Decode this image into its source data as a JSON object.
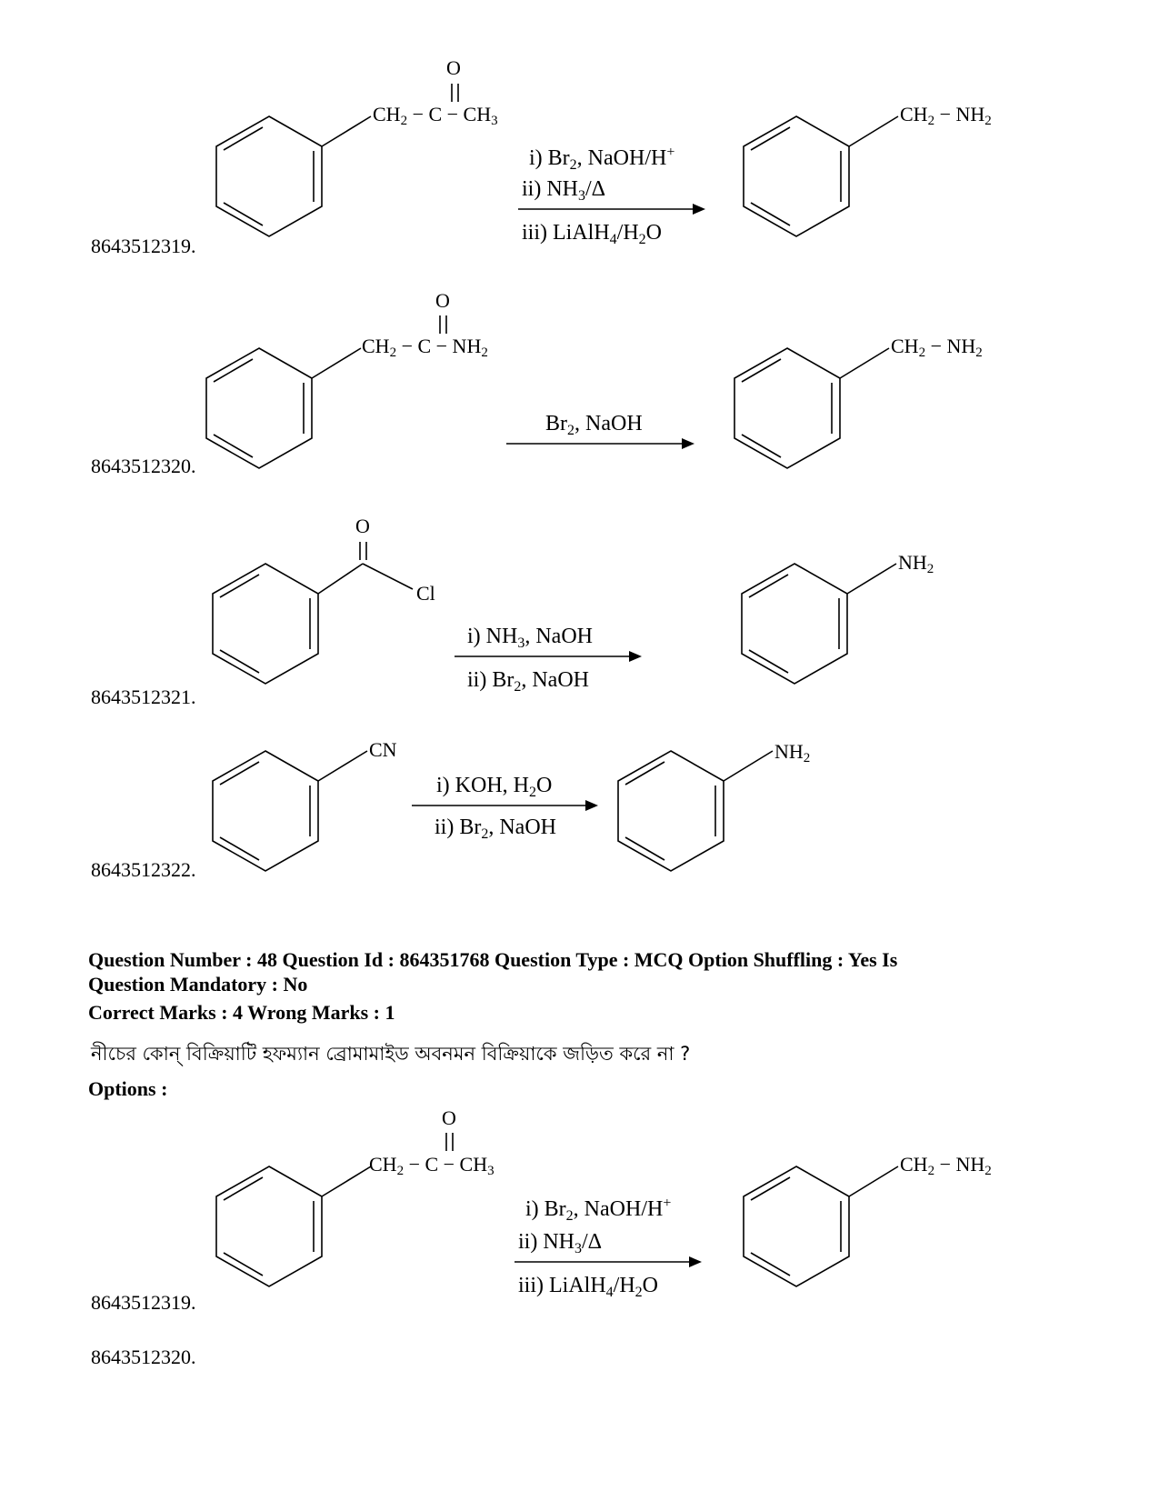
{
  "options_block_1": [
    {
      "id": "8643512319.",
      "reactant": {
        "group_left": "CH2",
        "carbonyl_o": "O",
        "group_mid": "C",
        "group_right": "CH3"
      },
      "conditions": [
        "i) Br2, NaOH/H+",
        "ii) NH3/Δ",
        "iii) LiAlH4/H2O"
      ],
      "product": "CH2 − NH2"
    },
    {
      "id": "8643512320.",
      "reactant": {
        "group_left": "CH2",
        "carbonyl_o": "O",
        "group_mid": "C",
        "group_right": "NH2"
      },
      "conditions": [
        "Br2, NaOH"
      ],
      "product": "CH2 − NH2"
    },
    {
      "id": "8643512321.",
      "reactant": {
        "carbonyl_o": "O",
        "substituent": "Cl"
      },
      "conditions": [
        "i) NH3, NaOH",
        "ii) Br2, NaOH"
      ],
      "product": "NH2"
    },
    {
      "id": "8643512322.",
      "reactant": {
        "substituent": "CN"
      },
      "conditions": [
        "i) KOH, H2O",
        "ii) Br2, NaOH"
      ],
      "product": "NH2"
    }
  ],
  "question": {
    "header_line1": "Question Number : 48 Question Id : 864351768 Question Type : MCQ Option Shuffling : Yes Is",
    "header_line2": "Question Mandatory : No",
    "marks": "Correct Marks : 4 Wrong Marks : 1",
    "text": "নীচের কোন্ বিক্রিয়াটি হফম্যান ব্রোমামাইড অবনমন বিক্রিয়াকে জড়িত করে না ?",
    "options_label": "Options :"
  },
  "options_block_2": [
    {
      "id": "8643512319.",
      "reactant": {
        "group_left": "CH2",
        "carbonyl_o": "O",
        "group_mid": "C",
        "group_right": "CH3"
      },
      "conditions": [
        "i) Br2, NaOH/H+",
        "ii) NH3/Δ",
        "iii) LiAlH4/H2O"
      ],
      "product": "CH2 − NH2"
    },
    {
      "id": "8643512320."
    }
  ]
}
